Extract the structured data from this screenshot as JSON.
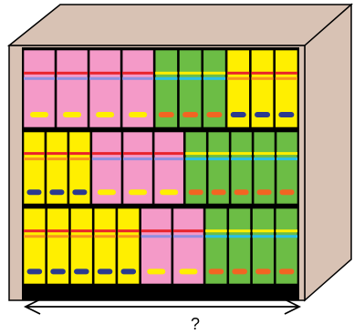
{
  "figure": {
    "question_label": "?"
  },
  "colors": {
    "cabinet_side": "#d8c2b4",
    "cabinet_outline": "#000000",
    "shelf_interior": "#000000",
    "book_pink": "#f49ac8",
    "book_green": "#6cbd45",
    "book_yellow": "#ffef00",
    "stripe_red": "#e8232b",
    "stripe_blue": "#8f8fe0",
    "stripe_orange": "#f7941d",
    "stripe_cyan": "#29c0e8",
    "label_yellow": "#ffef00",
    "label_navy": "#2b3a8f",
    "label_orange": "#f26522"
  },
  "shelves": [
    {
      "books": [
        {
          "color": "pink",
          "count": 4
        },
        {
          "color": "green",
          "count": 3
        },
        {
          "color": "yellow",
          "count": 3
        }
      ]
    },
    {
      "books": [
        {
          "color": "yellow",
          "count": 3
        },
        {
          "color": "pink",
          "count": 3
        },
        {
          "color": "green",
          "count": 5
        }
      ]
    },
    {
      "books": [
        {
          "color": "yellow",
          "count": 5
        },
        {
          "color": "pink",
          "count": 2
        },
        {
          "color": "green",
          "count": 4
        }
      ]
    }
  ]
}
